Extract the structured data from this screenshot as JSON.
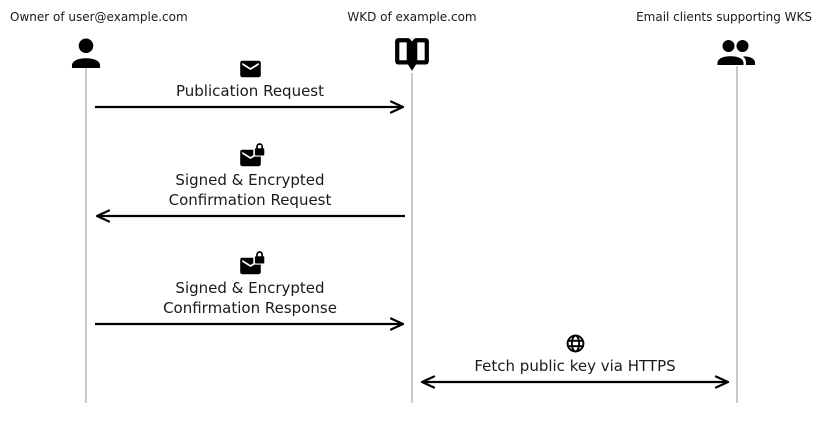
{
  "actors": [
    {
      "id": "owner",
      "label": "Owner of user@example.com",
      "icon": "person-icon"
    },
    {
      "id": "wkd",
      "label": "WKD of example.com",
      "icon": "open-book-icon"
    },
    {
      "id": "clients",
      "label": "Email clients supporting WKS",
      "icon": "people-icon"
    }
  ],
  "messages": [
    {
      "from": "owner",
      "to": "wkd",
      "direction": "right",
      "icon": "mail-icon",
      "lines": [
        "Publication Request"
      ]
    },
    {
      "from": "wkd",
      "to": "owner",
      "direction": "left",
      "icon": "mail-lock-icon",
      "lines": [
        "Signed & Encrypted",
        "Confirmation Request"
      ]
    },
    {
      "from": "owner",
      "to": "wkd",
      "direction": "right",
      "icon": "mail-lock-icon",
      "lines": [
        "Signed & Encrypted",
        "Confirmation Response"
      ]
    },
    {
      "from": "wkd",
      "to": "clients",
      "direction": "both",
      "icon": "globe-icon",
      "lines": [
        "Fetch public key via HTTPS"
      ]
    }
  ],
  "colors": {
    "background": "#ffffff",
    "text": "#1a1a1a",
    "arrow": "#000000",
    "icon": "#000000",
    "lifeline": "#c9c9c9"
  }
}
